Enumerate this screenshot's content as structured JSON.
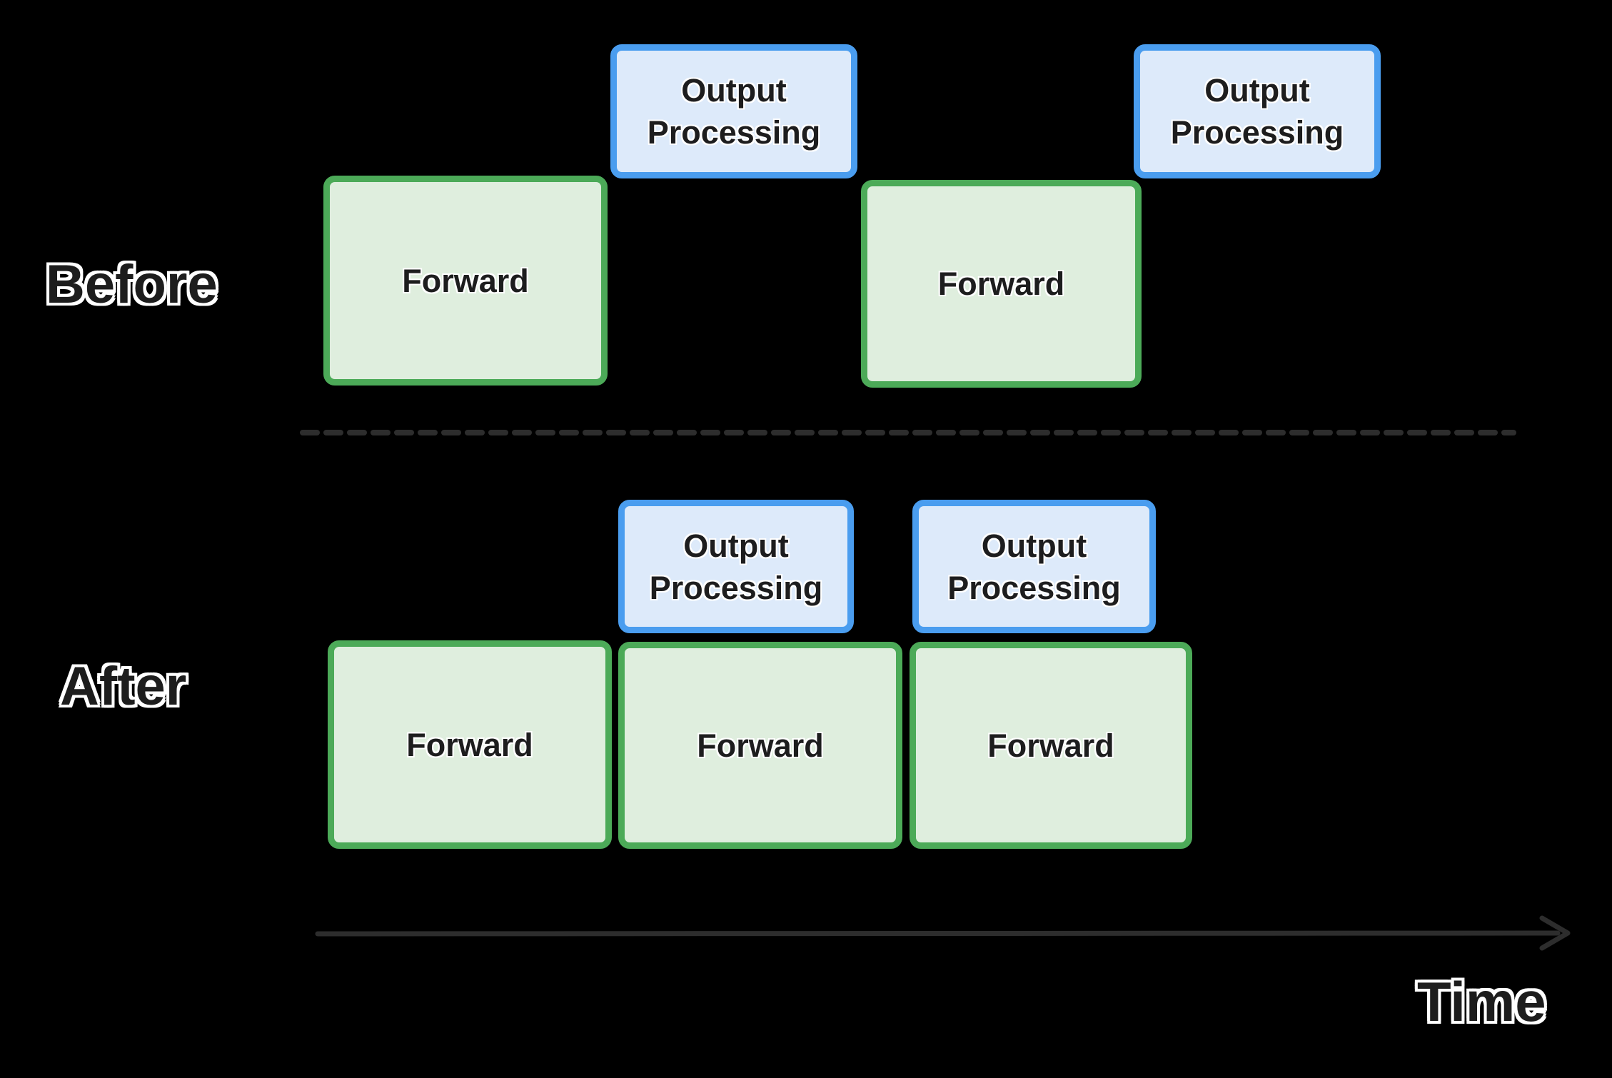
{
  "title": "Before/After pipeline timing diagram",
  "labels": {
    "before": "Before",
    "after": "After",
    "time": "Time"
  },
  "boxes": {
    "forward": "Forward",
    "output_processing": "Output Processing"
  },
  "colors": {
    "bg": "#000000",
    "forward_fill": "#dfeede",
    "forward_border": "#4caa58",
    "output_fill": "#ddeafa",
    "output_border": "#4a9def",
    "box_text": "#1d1d1e",
    "label_text": "#1d1d1d",
    "label_outline": "#ffffff",
    "line": "#2d2d2d"
  }
}
